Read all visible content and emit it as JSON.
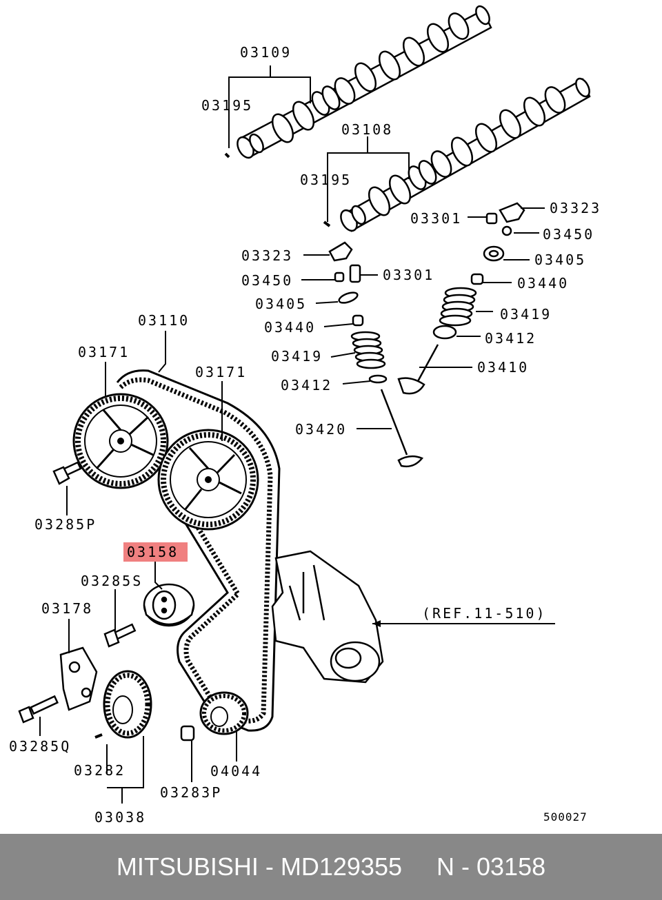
{
  "diagram": {
    "labels": {
      "p03109": "03109",
      "p03195a": "03195",
      "p03108": "03108",
      "p03195b": "03195",
      "p03301a": "03301",
      "p03323a": "03323",
      "p03450a": "03450",
      "p03405a": "03405",
      "p03440a": "03440",
      "p03419a": "03419",
      "p03412a": "03412",
      "p03410": "03410",
      "p03323b": "03323",
      "p03450b": "03450",
      "p03301b": "03301",
      "p03405b": "03405",
      "p03440b": "03440",
      "p03419b": "03419",
      "p03412b": "03412",
      "p03420": "03420",
      "p03110": "03110",
      "p03171a": "03171",
      "p03171b": "03171",
      "p03285P": "03285P",
      "p03158": "03158",
      "p03285S": "03285S",
      "p03178": "03178",
      "ref": "(REF.11-510)",
      "p03285Q": "03285Q",
      "p03282": "03282",
      "p03038": "03038",
      "p03283P": "03283P",
      "p04044": "04044",
      "code": "500027"
    },
    "highlight_color": "#f08080"
  },
  "footer": {
    "text": "MITSUBISHI - MD129355     N - 03158"
  }
}
